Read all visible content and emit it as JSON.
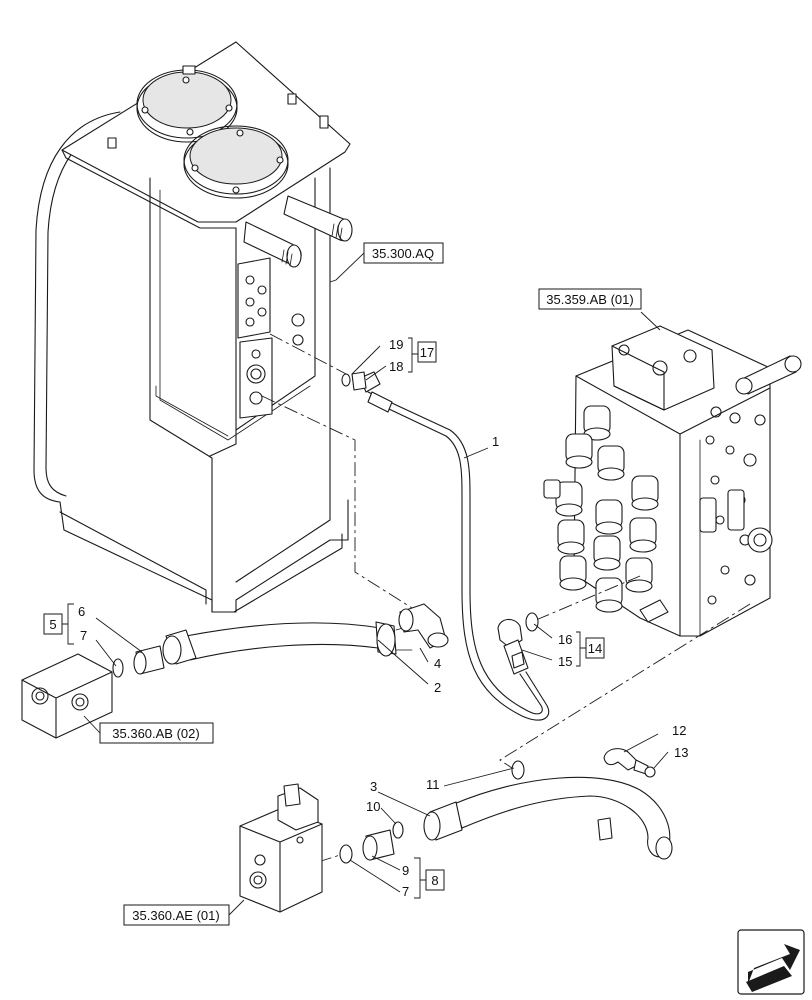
{
  "references": {
    "tank": "35.300.AQ",
    "control_valve": "35.359.AB (01)",
    "block_left": "35.360.AB (02)",
    "block_bottom": "35.360.AE (01)"
  },
  "kit_boxes": {
    "k17": "17",
    "k5": "5",
    "k14": "14",
    "k8": "8"
  },
  "callouts": {
    "c1": "1",
    "c2": "2",
    "c3": "3",
    "c4": "4",
    "c6": "6",
    "c7a": "7",
    "c7b": "7",
    "c9": "9",
    "c10": "10",
    "c11": "11",
    "c12": "12",
    "c13": "13",
    "c15": "15",
    "c16": "16",
    "c18": "18",
    "c19": "19"
  }
}
